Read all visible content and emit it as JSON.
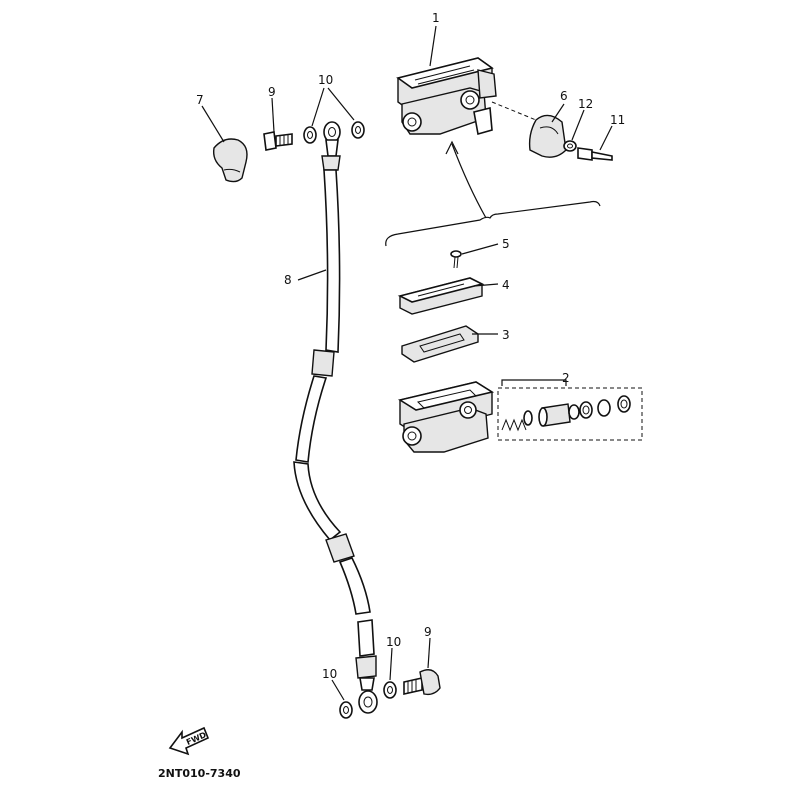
{
  "diagram": {
    "callouts": [
      "1",
      "2",
      "3",
      "4",
      "5",
      "6",
      "7",
      "8",
      "9",
      "10",
      "11",
      "12"
    ],
    "figure_code": "2NT010-7340",
    "direction_marker": "FWD"
  }
}
